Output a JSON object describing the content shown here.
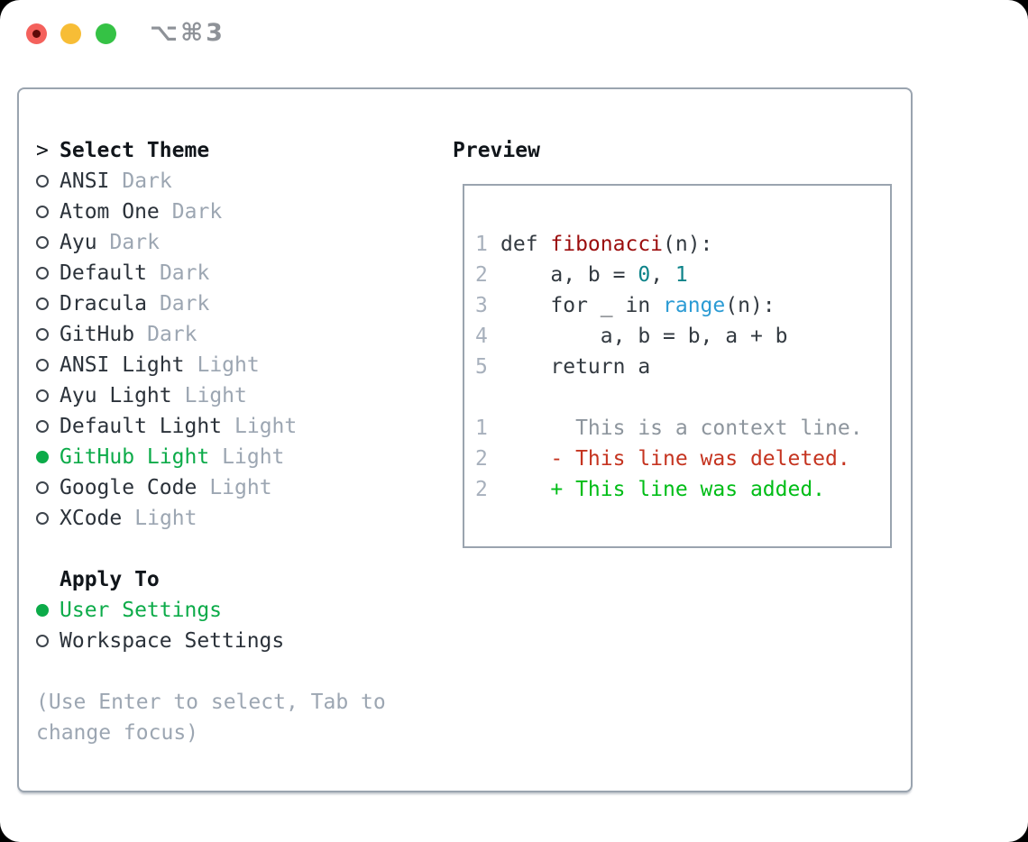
{
  "window": {
    "title": "⌥⌘3"
  },
  "colors": {
    "accent_green": "#0cab49",
    "diff_added_green": "#00bd17",
    "diff_deleted_red": "#c53420",
    "code_function_red": "#9b0c0c",
    "code_number_teal": "#0d8389",
    "code_builtin_blue": "#2b9bd4",
    "panel_border_gray": "#9aa4af",
    "muted_gray": "#9ca6b2"
  },
  "theme_picker": {
    "cursor": ">",
    "heading": "Select Theme",
    "items": [
      {
        "name": "ANSI",
        "variant": "Dark",
        "selected": false
      },
      {
        "name": "Atom One",
        "variant": "Dark",
        "selected": false
      },
      {
        "name": "Ayu",
        "variant": "Dark",
        "selected": false
      },
      {
        "name": "Default",
        "variant": "Dark",
        "selected": false
      },
      {
        "name": "Dracula",
        "variant": "Dark",
        "selected": false
      },
      {
        "name": "GitHub",
        "variant": "Dark",
        "selected": false
      },
      {
        "name": "ANSI Light",
        "variant": "Light",
        "selected": false
      },
      {
        "name": "Ayu Light",
        "variant": "Light",
        "selected": false
      },
      {
        "name": "Default Light",
        "variant": "Light",
        "selected": false
      },
      {
        "name": "GitHub Light",
        "variant": "Light",
        "selected": true
      },
      {
        "name": "Google Code",
        "variant": "Light",
        "selected": false
      },
      {
        "name": "XCode",
        "variant": "Light",
        "selected": false
      }
    ]
  },
  "apply_to": {
    "heading": "Apply To",
    "options": [
      {
        "label": "User Settings",
        "selected": true
      },
      {
        "label": "Workspace Settings",
        "selected": false
      }
    ]
  },
  "hint": {
    "line1": "(Use Enter to select, Tab to",
    "line2": "change focus)"
  },
  "preview": {
    "heading": "Preview",
    "code_lines": [
      {
        "num": "1",
        "t1": "def ",
        "t2": "fibonacci",
        "t3": "(n):"
      },
      {
        "num": "2",
        "t1": "    a, b = ",
        "t2": "0",
        "t3": ", ",
        "t4": "1"
      },
      {
        "num": "3",
        "t1": "    for _ in ",
        "t2": "range",
        "t3": "(n):"
      },
      {
        "num": "4",
        "t1": "        a, b = b, a + b"
      },
      {
        "num": "5",
        "t1": "    return a"
      }
    ],
    "diff_lines": [
      {
        "num": "1",
        "text": "      This is a context line.",
        "kind": "context"
      },
      {
        "num": "2",
        "text": "    - This line was deleted.",
        "kind": "deletion"
      },
      {
        "num": "2",
        "text": "    + This line was added.",
        "kind": "addition"
      }
    ]
  }
}
